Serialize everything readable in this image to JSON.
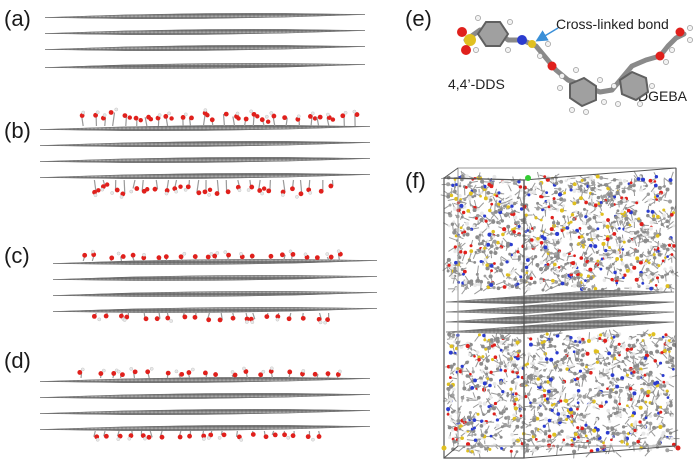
{
  "panels": {
    "a": {
      "label": "(a)"
    },
    "b": {
      "label": "(b)"
    },
    "c": {
      "label": "(c)"
    },
    "d": {
      "label": "(d)"
    },
    "e": {
      "label": "(e)"
    },
    "f": {
      "label": "(f)"
    }
  },
  "molecule": {
    "crosslink_label": "Cross-linked bond",
    "dds_label": "4,4’-DDS",
    "dgeba_label": "DGEBA"
  },
  "colors": {
    "graphene": "#7d7d7d",
    "oxygen": "#e0201c",
    "hydrogen": "#e8e8e8",
    "nitrogen": "#2b3ccf",
    "sulfur": "#e0c020",
    "arrow": "#3a8fd8"
  }
}
